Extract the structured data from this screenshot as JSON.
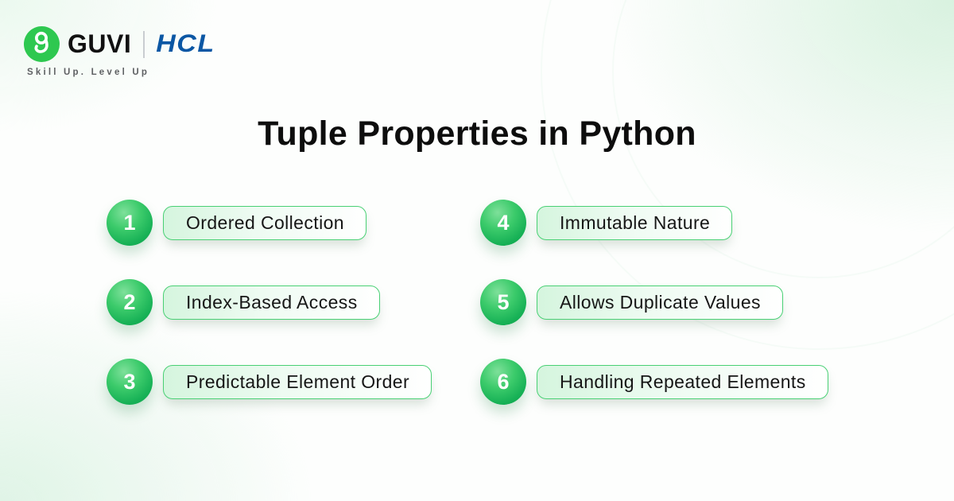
{
  "header": {
    "brand_guvi": "GUVI",
    "brand_hcl": "HCL",
    "tagline": "Skill Up. Level Up"
  },
  "title": "Tuple Properties in Python",
  "properties": [
    {
      "number": "1",
      "label": "Ordered Collection"
    },
    {
      "number": "2",
      "label": "Index-Based Access"
    },
    {
      "number": "3",
      "label": "Predictable Element Order"
    },
    {
      "number": "4",
      "label": "Immutable Nature"
    },
    {
      "number": "5",
      "label": "Allows Duplicate Values"
    },
    {
      "number": "6",
      "label": "Handling Repeated Elements"
    }
  ],
  "colors": {
    "guvi_logo_green": "#2EC850",
    "hcl_blue": "#0B57A4",
    "badge_green_light": "#7EE09A",
    "badge_green_dark": "#0A9F49",
    "pill_border_green": "#49D074",
    "pill_bg_green": "#D5F5DE",
    "title_text": "#0D0D0D",
    "tagline_gray": "#5E6063"
  }
}
